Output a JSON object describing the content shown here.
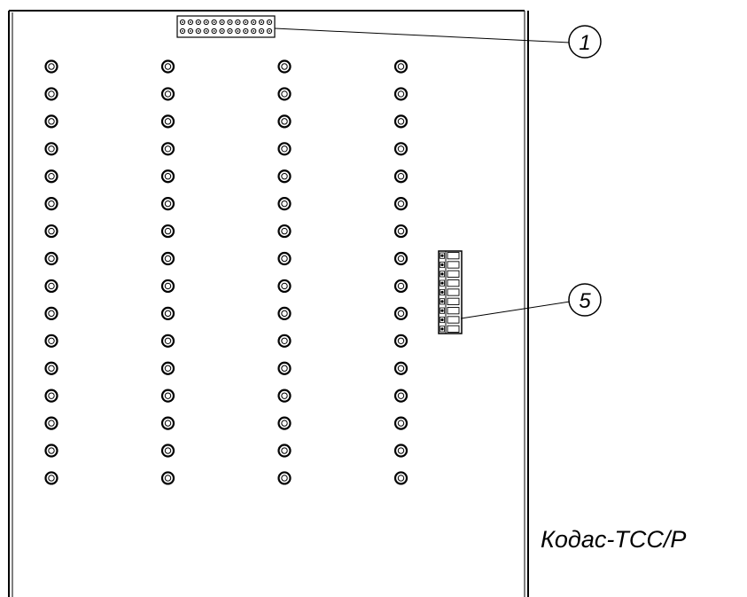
{
  "diagram": {
    "model_label": "Кодас-ТСС/Р",
    "callouts": [
      {
        "id": "1",
        "label": "1",
        "target": "top-connector"
      },
      {
        "id": "5",
        "label": "5",
        "target": "side-connector"
      }
    ],
    "led_grid": {
      "columns": 4,
      "rows": 16
    },
    "top_connector": {
      "pin_rows": 2,
      "pins_per_row": 12
    },
    "side_connector": {
      "terminals": 9
    },
    "colors": {
      "stroke": "#000000",
      "background": "#ffffff"
    }
  }
}
